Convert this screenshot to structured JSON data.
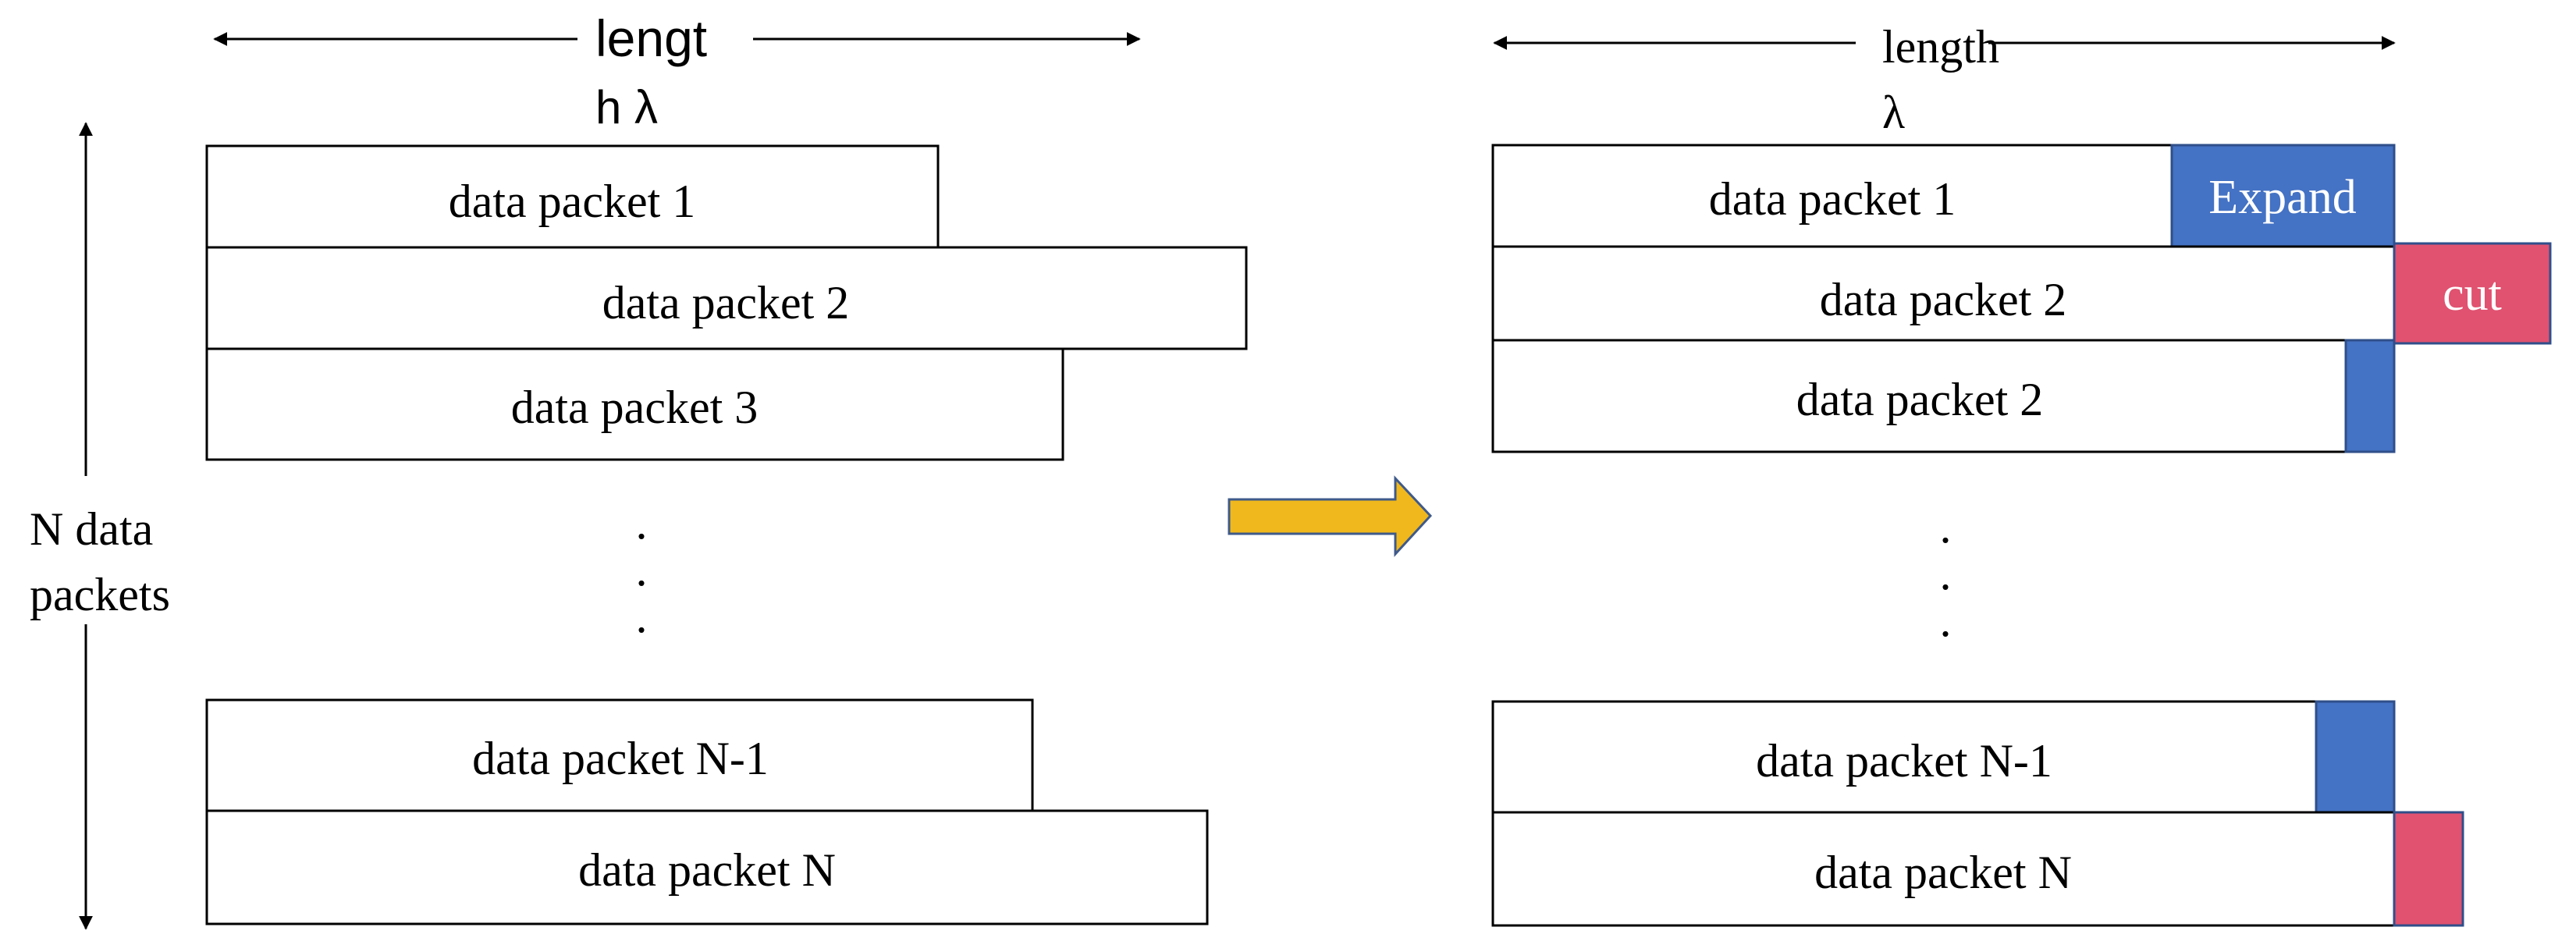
{
  "left": {
    "length_label_line1": "lengt",
    "length_label_line2": "h λ",
    "n_label_line1": "N data",
    "n_label_line2": "packets",
    "packets": [
      "data packet 1",
      "data packet 2",
      "data packet 3",
      "data packet N-1",
      "data packet N"
    ],
    "ellipsis": [
      ".",
      ".",
      "."
    ]
  },
  "arrow": {
    "color": "#F0B81C",
    "stroke": "#3F5A8A",
    "icon": "right-arrow-icon"
  },
  "right": {
    "length_label_line1": "length",
    "length_label_line2": "λ",
    "packets": [
      "data packet 1",
      "data packet 2",
      "data packet 2",
      "data packet N-1",
      "data packet N"
    ],
    "expand_label": "Expand",
    "cut_label": "cut",
    "ellipsis": [
      ".",
      ".",
      "."
    ]
  },
  "colors": {
    "expand": "#4472C4",
    "cut": "#E05270",
    "outline": "#000000"
  }
}
